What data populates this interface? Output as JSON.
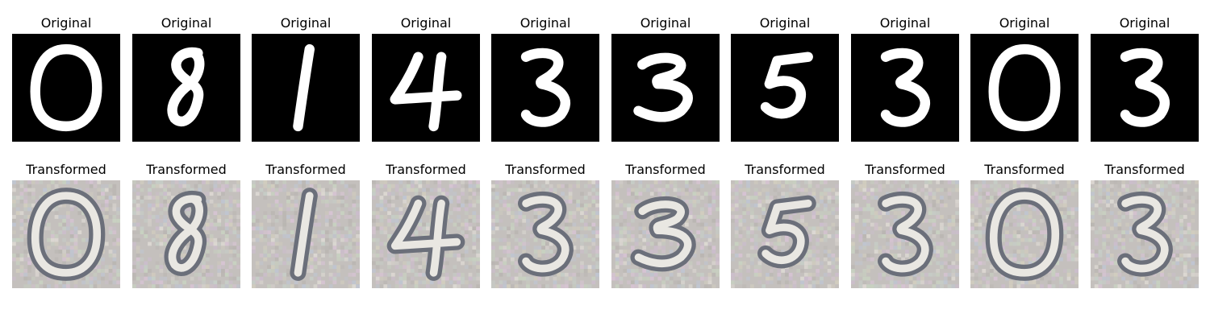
{
  "rows": [
    {
      "title": "Original",
      "style": "original",
      "digits": [
        "0",
        "8",
        "1",
        "4",
        "3",
        "3",
        "5",
        "3",
        "0",
        "3"
      ]
    },
    {
      "title": "Transformed",
      "style": "transformed",
      "digits": [
        "0",
        "8",
        "1",
        "4",
        "3",
        "3",
        "5",
        "3",
        "0",
        "3"
      ]
    }
  ],
  "colors": {
    "original_background": "#000000",
    "original_stroke": "#ffffff",
    "transformed_background": "#c4c0bd",
    "transformed_stroke": "#e9e7e2",
    "transformed_dark": "#6b6f7a"
  }
}
